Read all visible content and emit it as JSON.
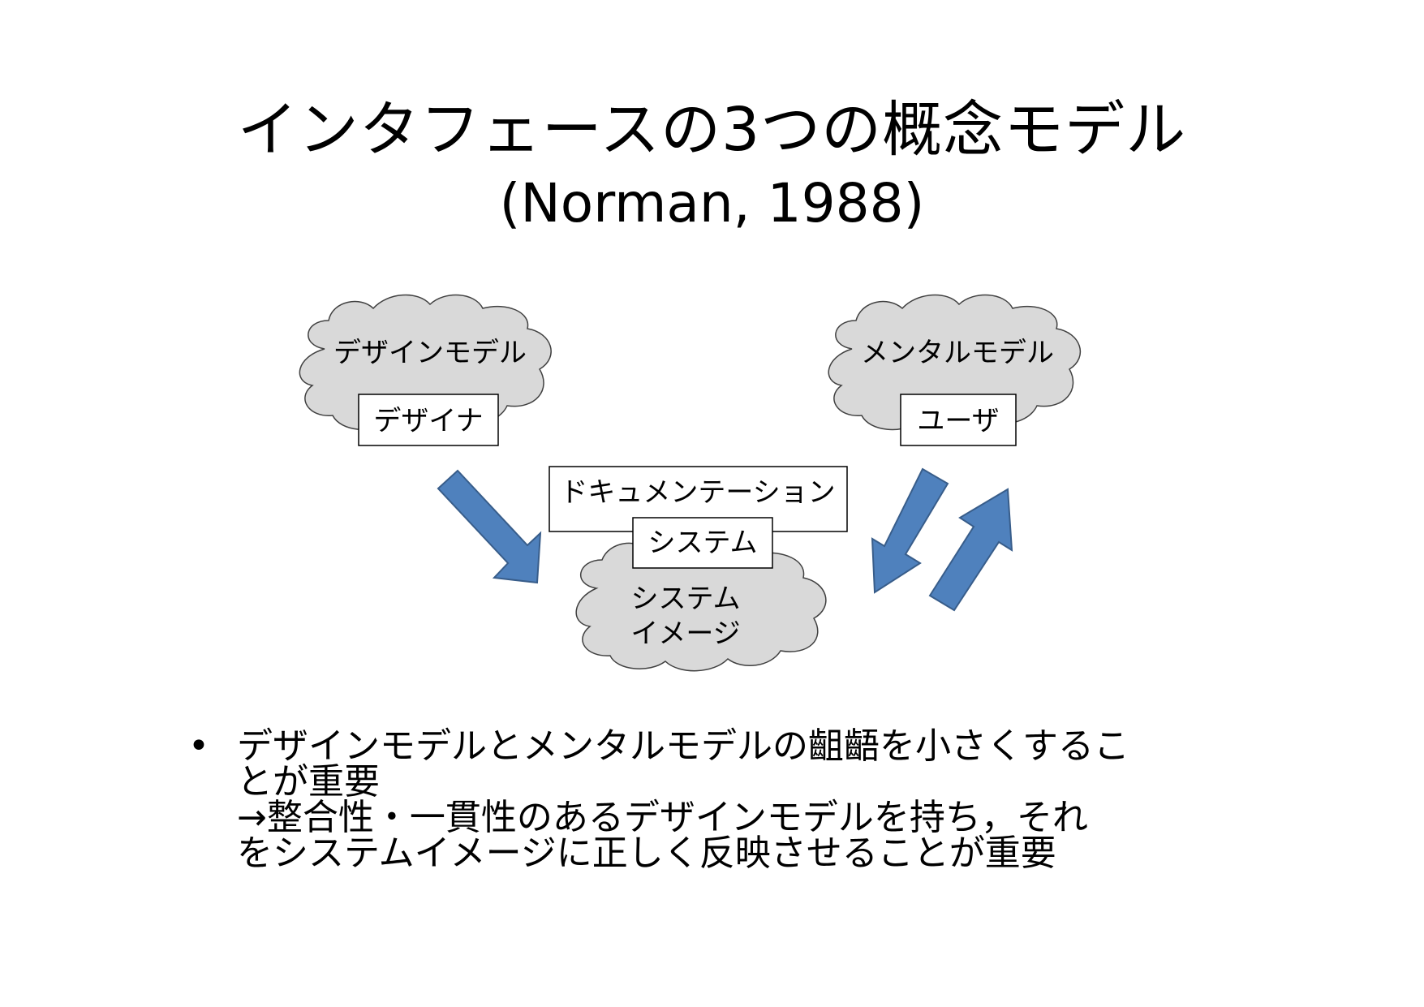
{
  "title": {
    "main": "インタフェースの3つの概念モデル",
    "sub": "(Norman, 1988)"
  },
  "diagram": {
    "design_model_label": "デザインモデル",
    "designer_label": "デザイナ",
    "mental_model_label": "メンタルモデル",
    "user_label": "ユーザ",
    "documentation_label": "ドキュメンテーション",
    "system_label": "システム",
    "system_image_line1": "システム",
    "system_image_line2": "イメージ",
    "colors": {
      "cloud_fill": "#d9d9d9",
      "arrow_fill": "#4f81bd",
      "arrow_stroke": "#385d8a"
    }
  },
  "bullet": {
    "symbol": "•",
    "lines": [
      "デザインモデルとメンタルモデルの齟齬を小さくするこ",
      "とが重要",
      "→整合性・一貫性のあるデザインモデルを持ち，それ",
      "をシステムイメージに正しく反映させることが重要"
    ]
  }
}
